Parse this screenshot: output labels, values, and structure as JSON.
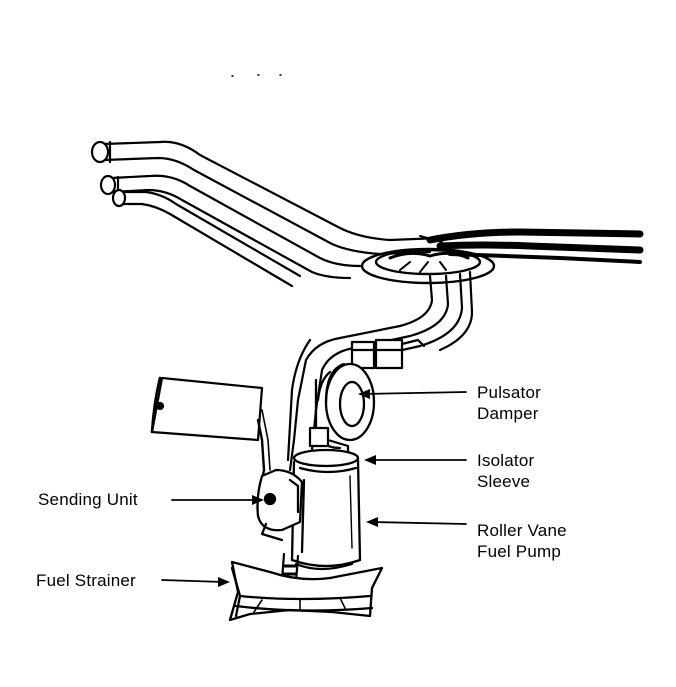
{
  "labels": {
    "pulsator_damper": [
      "Pulsator",
      "Damper"
    ],
    "isolator_sleeve": [
      "Isolator",
      "Sleeve"
    ],
    "roller_vane_fuel_pump": [
      "Roller Vane",
      "Fuel Pump"
    ],
    "sending_unit": "Sending Unit",
    "fuel_strainer": "Fuel Strainer"
  },
  "colors": {
    "ink": "#000000",
    "paper": "#ffffff"
  }
}
